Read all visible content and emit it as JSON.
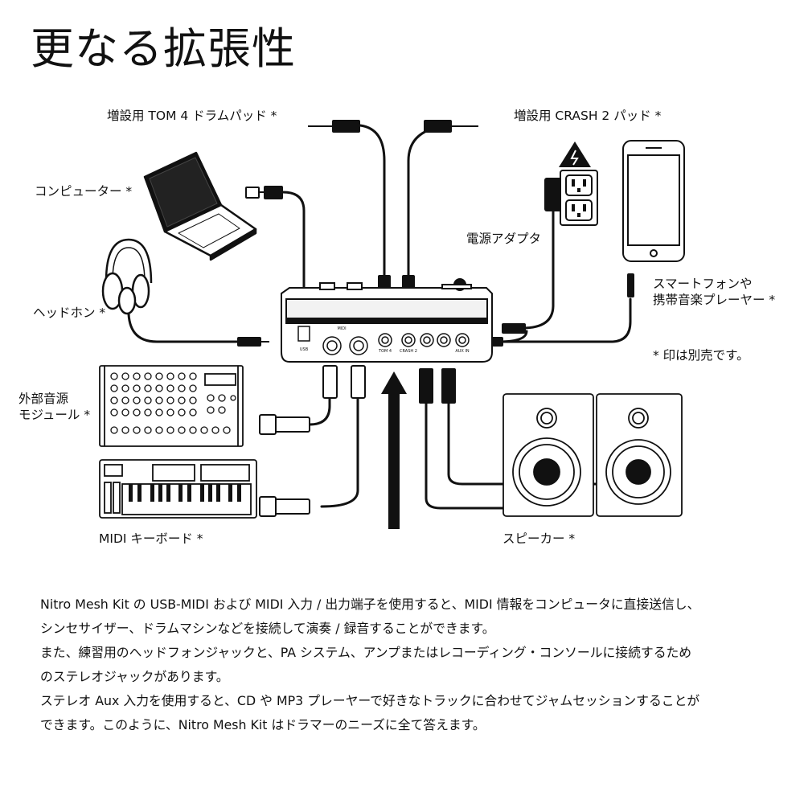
{
  "title": "更なる拡張性",
  "labels": {
    "tom4_pad": "増設用 TOM 4 ドラムパッド *",
    "crash2_pad": "増設用 CRASH 2 パッド *",
    "computer": "コンピューター *",
    "power_adapter": "電源アダプタ",
    "smartphone": [
      "スマートフォンや",
      "携帯音楽プレーヤー *"
    ],
    "headphones": "ヘッドホン *",
    "sold_separately_note": "* 印は別売です。",
    "sound_module": [
      "外部音源",
      "モジュール *"
    ],
    "midi_keyboard": "MIDI キーボード *",
    "speakers": "スピーカー *"
  },
  "module_ports": {
    "midi": "MIDI",
    "usb": "USB",
    "tom4": "TOM 4",
    "crash2": "CRASH 2",
    "aux_in": "AUX IN"
  },
  "description": [
    "Nitro Mesh Kit の USB-MIDI および MIDI 入力 / 出力端子を使用すると、MIDI 情報をコンピュータに直接送信し、",
    "シンセサイザー、ドラムマシンなどを接続して演奏 / 録音することができます。",
    "また、練習用のヘッドフォンジャックと、PA システム、アンプまたはレコーディング・コンソールに接続するため",
    "のステレオジャックがあります。",
    "ステレオ Aux 入力を使用すると、CD や MP3 プレーヤーで好きなトラックに合わせてジャムセッションすることが",
    "できます。このように、Nitro Mesh Kit はドラマーのニーズに全て答えます。"
  ],
  "colors": {
    "ink": "#111111",
    "background": "#ffffff",
    "device_fill": "#f2f2f2"
  }
}
